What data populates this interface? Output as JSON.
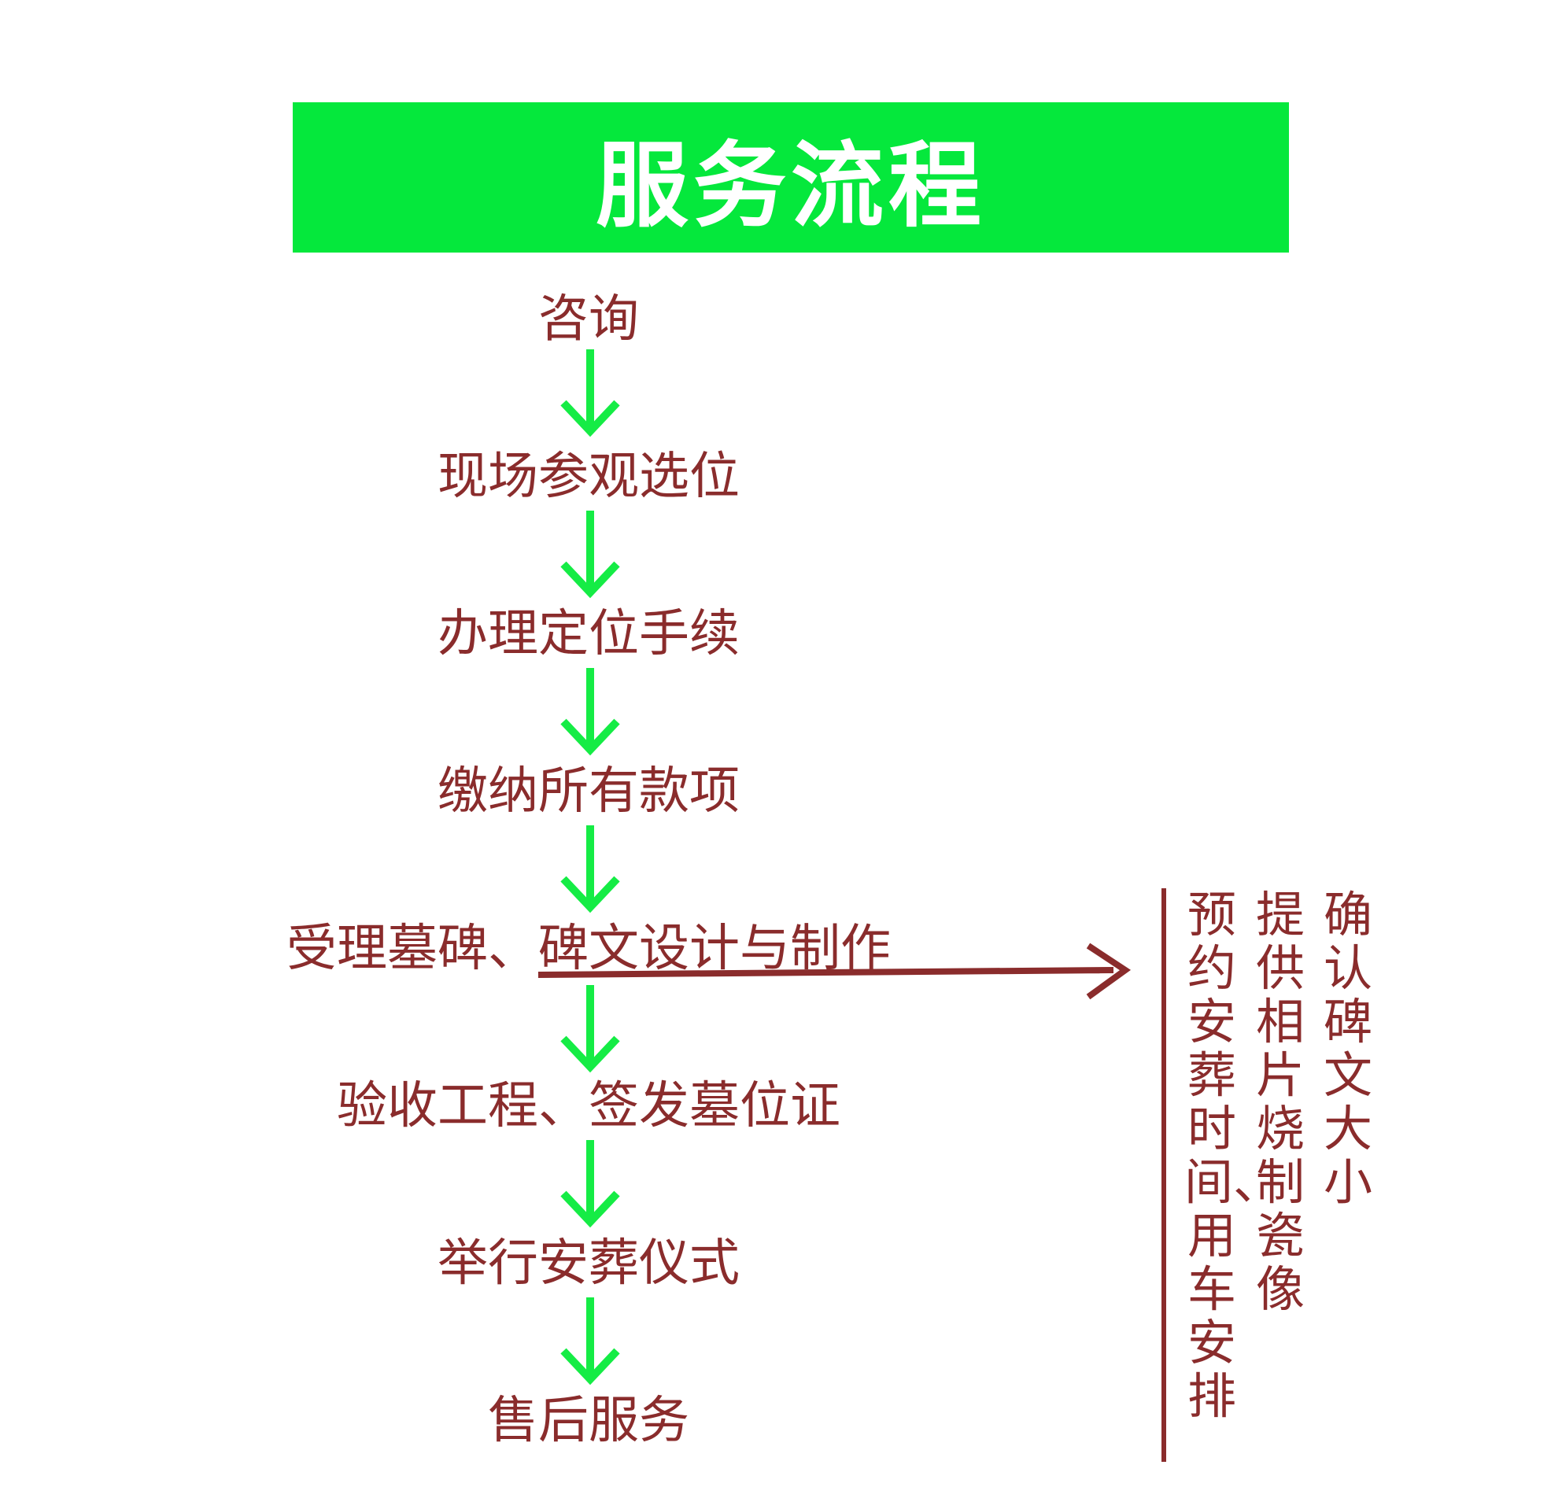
{
  "colors": {
    "accent_green": "#05e83c",
    "arrow_green": "#15ec45",
    "text_brown": "#8a2c2c",
    "white": "#ffffff"
  },
  "title": "服务流程",
  "steps": [
    "咨询",
    "现场参观选位",
    "办理定位手续",
    "缴纳所有款项",
    "受理墓碑、碑文设计与制作",
    "验收工程、签发墓位证",
    "举行安葬仪式",
    "售后服务"
  ],
  "side_notes": [
    "确认碑文大小",
    "提供相片烧制瓷像",
    "预约安葬时间、用车安排"
  ],
  "icons": {
    "flow_arrow": "down-arrow-icon",
    "branch_arrow": "right-arrow-icon"
  }
}
